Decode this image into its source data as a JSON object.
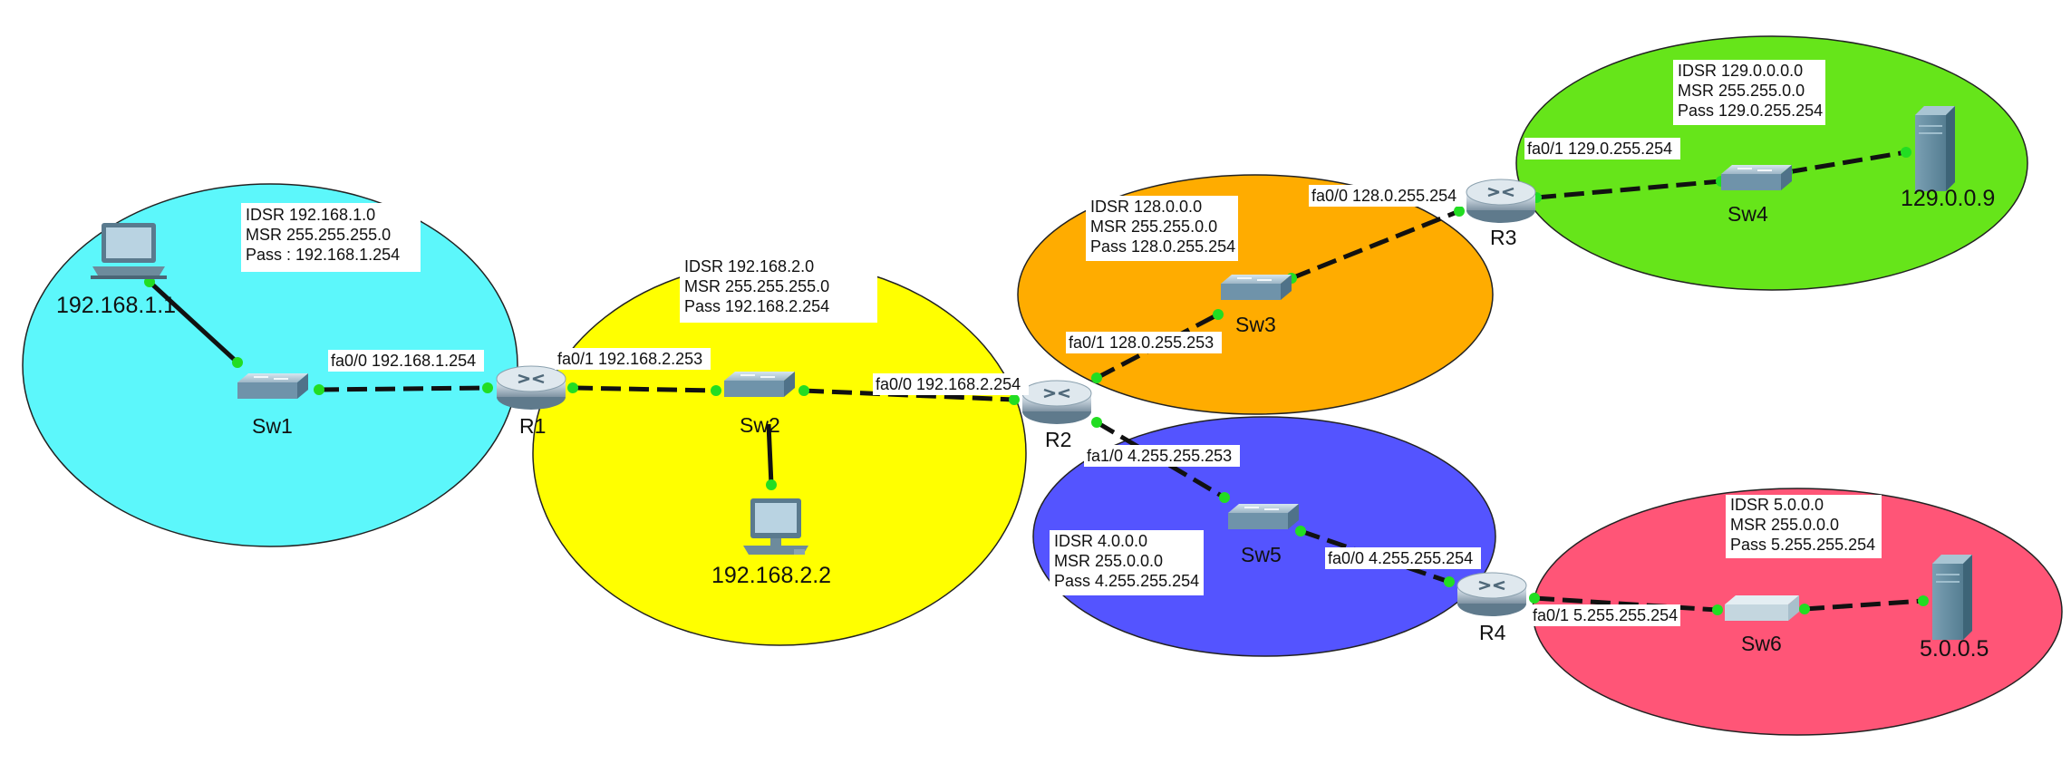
{
  "networks": [
    {
      "id": "net1",
      "color": "#5cf7fb",
      "info": [
        "IDSR 192.168.1.0",
        "MSR 255.255.255.0",
        "Pass : 192.168.1.254"
      ]
    },
    {
      "id": "net2",
      "color": "#ffff00",
      "info": [
        "IDSR 192.168.2.0",
        "MSR 255.255.255.0",
        "Pass 192.168.2.254"
      ]
    },
    {
      "id": "net3",
      "color": "#ffac00",
      "info": [
        "IDSR 128.0.0.0",
        "MSR 255.255.0.0",
        "Pass 128.0.255.254"
      ]
    },
    {
      "id": "net4",
      "color": "#66e51a",
      "info": [
        "IDSR 129.0.0.0.0",
        "MSR 255.255.0.0",
        "Pass 129.0.255.254"
      ]
    },
    {
      "id": "net5",
      "color": "#5454ff",
      "info": [
        "IDSR 4.0.0.0",
        "MSR 255.0.0.0",
        "Pass 4.255.255.254"
      ]
    },
    {
      "id": "net6",
      "color": "#ff5577",
      "info": [
        "IDSR 5.0.0.0",
        "MSR 255.0.0.0",
        "Pass 5.255.255.254"
      ]
    }
  ],
  "devices": {
    "laptop": "192.168.1.1",
    "pc": "192.168.2.2",
    "server1": "129.0.0.9",
    "server2": "5.0.0.5",
    "sw1": "Sw1",
    "sw2": "Sw2",
    "sw3": "Sw3",
    "sw4": "Sw4",
    "sw5": "Sw5",
    "sw6": "Sw6",
    "r1": "R1",
    "r2": "R2",
    "r3": "R3",
    "r4": "R4"
  },
  "interfaces": {
    "r1_fa00": "fa0/0 192.168.1.254",
    "r1_fa01": "fa0/1 192.168.2.253",
    "r2_fa00": "fa0/0 192.168.2.254",
    "r2_fa01": "fa0/1 128.0.255.253",
    "r2_fa10": "fa1/0 4.255.255.253",
    "r3_fa00": "fa0/0 128.0.255.254",
    "r3_fa01": "fa0/1 129.0.255.254",
    "r4_fa00": "fa0/0 4.255.255.254",
    "r4_fa01": "fa0/1 5.255.255.254"
  },
  "link_color": "#111111",
  "port_color": "#22dd22"
}
